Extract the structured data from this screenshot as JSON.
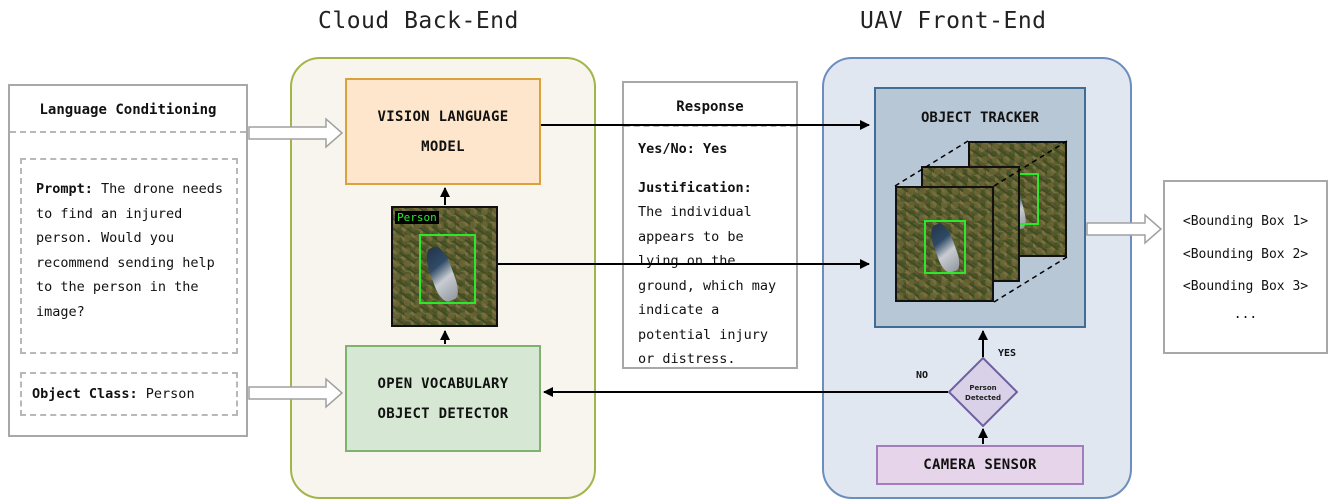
{
  "titles": {
    "cloud": "Cloud Back-End",
    "uav": "UAV Front-End"
  },
  "language_conditioning": {
    "header": "Language Conditioning",
    "prompt_label": "Prompt:",
    "prompt_text": " The drone needs to find an injured person. Would you recommend sending help to the person in the image?",
    "object_class_label": "Object Class:",
    "object_class_value": " Person"
  },
  "cloud": {
    "vlm_line1": "VISION LANGUAGE",
    "vlm_line2": "MODEL",
    "ovd_line1": "OPEN VOCABULARY",
    "ovd_line2": "OBJECT DETECTOR",
    "detection_label": "Person"
  },
  "response": {
    "header": "Response",
    "yesno": "Yes/No: Yes",
    "justification_label": "Justification:",
    "justification_text": "The individual appears to be lying on the ground, which may indicate a potential injury or distress."
  },
  "uav": {
    "tracker": "OBJECT TRACKER",
    "camera": "CAMERA SENSOR",
    "decision_line1": "Person",
    "decision_line2": "Detected",
    "yes": "YES",
    "no": "NO"
  },
  "output": {
    "boxes": [
      "<Bounding Box 1>",
      "<Bounding Box 2>",
      "<Bounding Box 3>"
    ],
    "ellipsis": "..."
  }
}
